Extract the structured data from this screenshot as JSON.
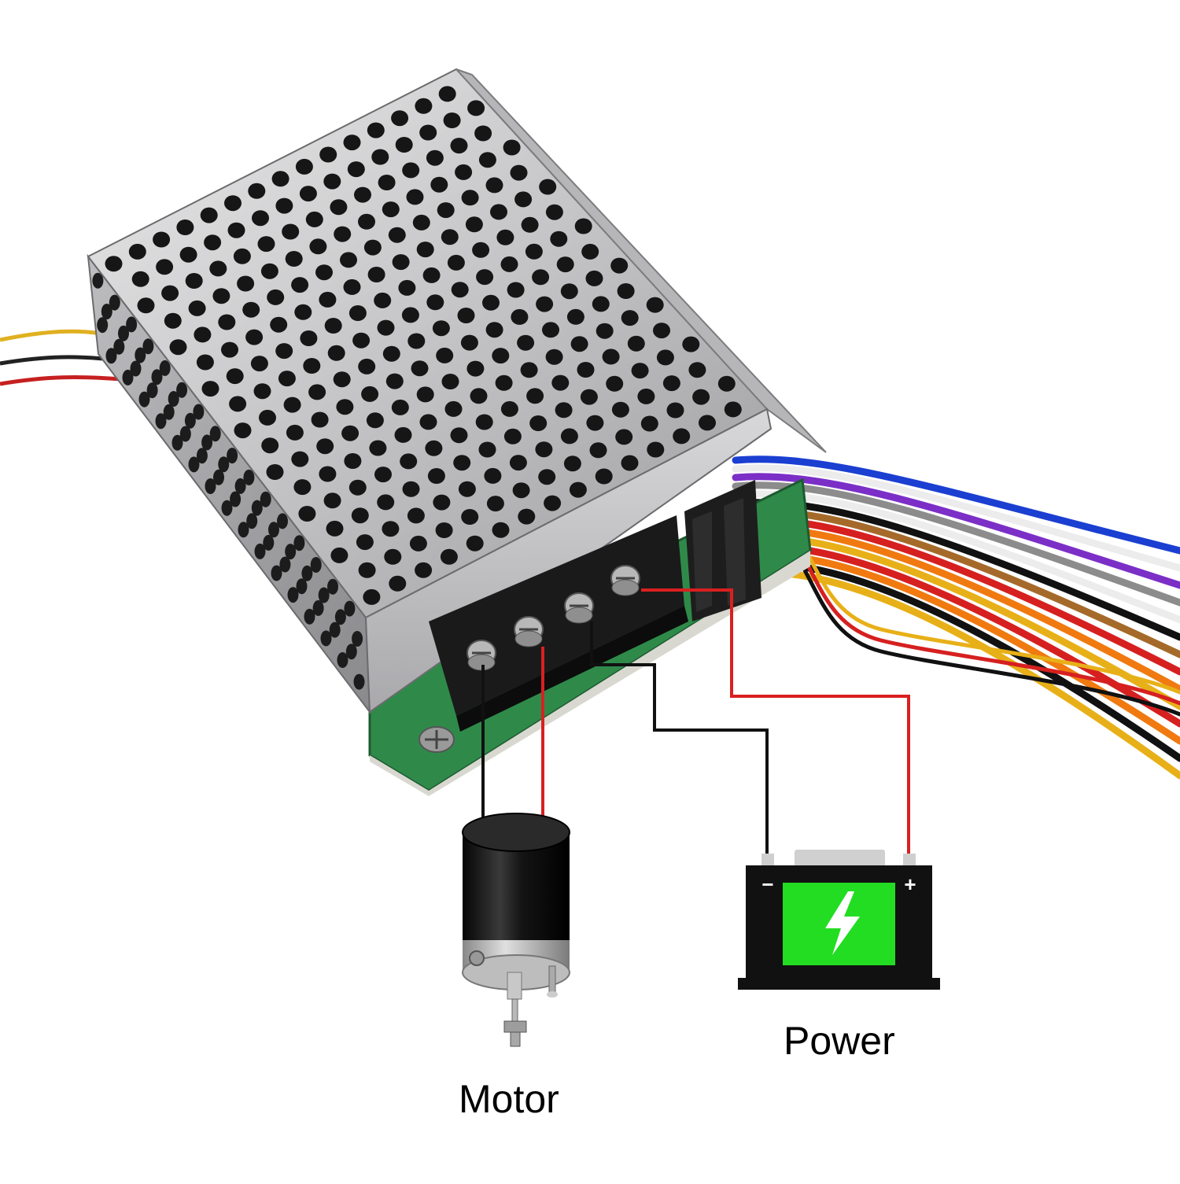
{
  "labels": {
    "motor": "Motor",
    "power": "Power"
  },
  "battery": {
    "negative_symbol": "−",
    "positive_symbol": "+"
  },
  "colors": {
    "wire_positive": "#d92020",
    "wire_negative": "#111111",
    "battery_cell": "#22dd22",
    "battery_case": "#111111",
    "pcb": "#2f8a4a",
    "terminal_block": "#1a1a1a"
  },
  "icons": [
    "controller-module",
    "terminal-block",
    "dc-motor-icon",
    "battery-icon",
    "lightning-bolt-icon"
  ]
}
